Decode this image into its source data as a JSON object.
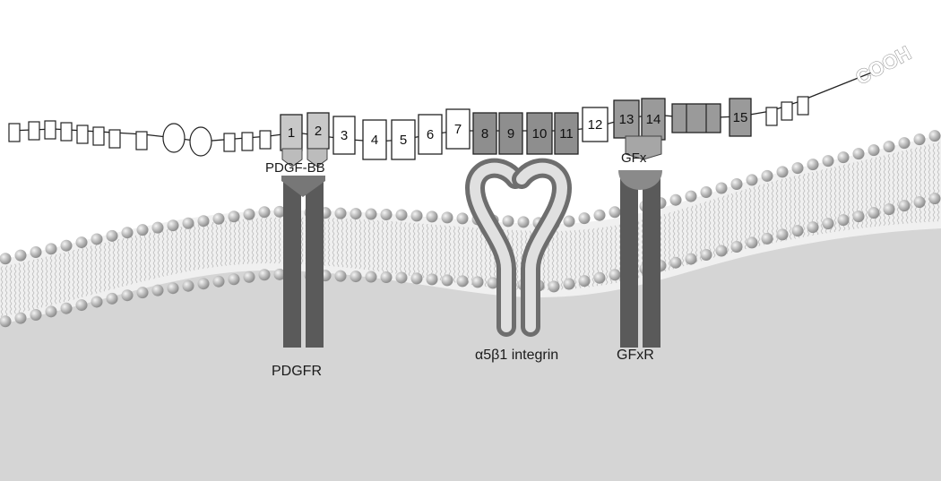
{
  "terminus": "COOH",
  "modules": [
    "1",
    "2",
    "3",
    "4",
    "5",
    "6",
    "7",
    "8",
    "9",
    "10",
    "11",
    "12",
    "13",
    "14",
    "15"
  ],
  "labels": {
    "pdgf_ligand": "PDGF-BB",
    "pdgf_receptor": "PDGFR",
    "integrin": "α5β1 integrin",
    "gfx_ligand": "GFx",
    "gfx_receptor": "GFxR"
  }
}
